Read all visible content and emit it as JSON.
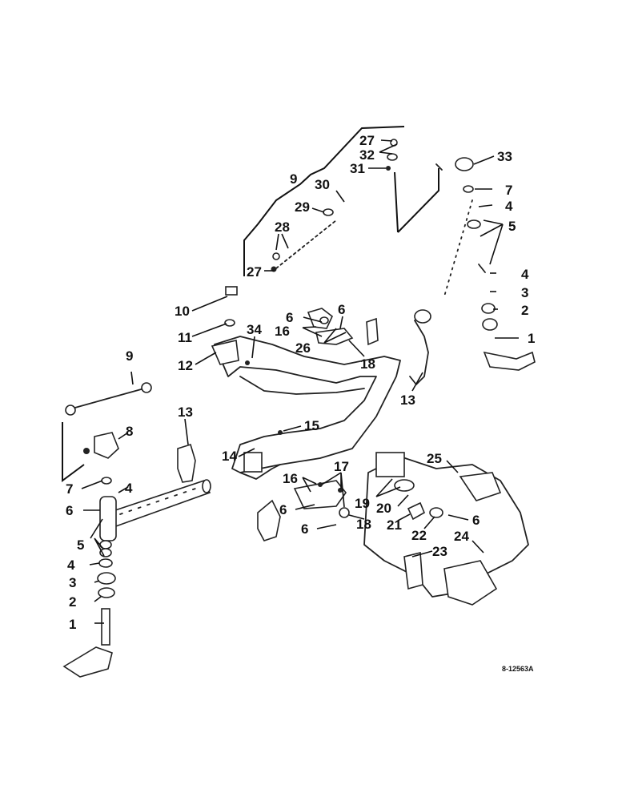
{
  "diagram": {
    "drawing_number": "8-12563A",
    "callouts": [
      "1",
      "2",
      "3",
      "4",
      "5",
      "6",
      "7",
      "8",
      "9",
      "10",
      "11",
      "12",
      "13",
      "14",
      "15",
      "16",
      "17",
      "18",
      "19",
      "20",
      "21",
      "22",
      "23",
      "24",
      "25",
      "26",
      "27",
      "28",
      "29",
      "30",
      "31",
      "32",
      "33",
      "34"
    ]
  }
}
